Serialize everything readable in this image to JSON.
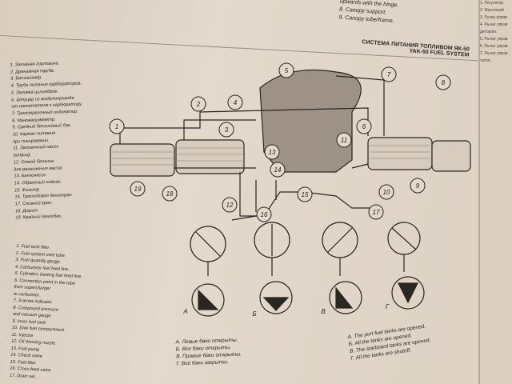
{
  "top_text": [
    "upwards with the hinge.",
    "8. Canopy support.",
    "9. Canopy tube/frame."
  ],
  "title_ru": "СИСТЕМА ПИТАНИЯ ТОПЛИВОМ ЯК-50",
  "title_en": "YAK-50 FUEL SYSTEM",
  "legend_ru": [
    "1. Заливная горловина.",
    "2. Дренажная труба.",
    "3. Бензиномер.",
    "4. Труба питания карбюраторов.",
    "5. Заливка цилиндров.",
    "6. Штуцер из воздухопровода",
    "от нагнетателя к карбюратору.",
    "7. Трехстрелочный индикатор.",
    "8. Мановакуумметр.",
    "9. Средний бензиновый бак.",
    "10. Карман питания",
    "при пикировании.",
    "11. Заливочный насос",
    "(шприц).",
    "12. Отвод бензина",
    "для разжижения масла.",
    "13. Бензонасос.",
    "14. Обратный клапан.",
    "15. Фильтр.",
    "16. Трехходовой бензокран.",
    "17. Сливной кран.",
    "18. Дюрит.",
    "19. Крайний бензобак."
  ],
  "legend_en": [
    "1. Fuel tank filler.",
    "2. Fuel system vent tube.",
    "3. Fuel quantity gauge.",
    "4. Carburetor fuel feed line.",
    "5. Cylinders starting fuel feed line.",
    "6. Connection point in the tube",
    "from supercharger",
    "to carburetor.",
    "7. 3-arrow indicator.",
    "8. Compound pressure",
    "and vacuum gauge.",
    "9. Inner fuel tank",
    "10. Dive fuel compartment",
    "11. Injector",
    "12. Oil thinning nozzle",
    "13. Fuel pump",
    "14. Check valve",
    "15. Fuel filter",
    "16. Cross-feed valve",
    "17. Drain val..."
  ],
  "valve_labels": [
    "А",
    "Б",
    "В",
    "Г"
  ],
  "captions_ru": [
    "А. Левые баки открыты.",
    "Б. Все баки открыты.",
    "В. Правые баки открыты.",
    "Г. Все баки закрыты."
  ],
  "captions_en": [
    "A. The port fuel tanks are opened.",
    "Б. All the tanks are opened.",
    "В. The starboard tanks are opened.",
    "Г. All the tanks are shutoff."
  ],
  "callouts": [
    "1",
    "2",
    "3",
    "4",
    "5",
    "6",
    "7",
    "8",
    "9",
    "10",
    "11",
    "12",
    "13",
    "14",
    "15",
    "16",
    "17",
    "18",
    "19"
  ],
  "right_page": [
    "1. Регулятор",
    "2. Масляный",
    "3. Ручка управ",
    "4. Рычаг управ",
    "дятором.",
    "5. Рычаг управ",
    "6. Рычаг управ",
    "7. Рычаг управ",
    "татоя."
  ]
}
